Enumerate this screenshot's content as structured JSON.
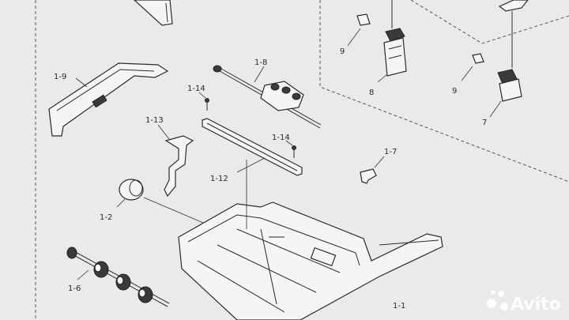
{
  "labels": {
    "l_1_1": "1-1",
    "l_1_2": "1-2",
    "l_1_6": "1-6",
    "l_1_7": "1-7",
    "l_1_8": "1-8",
    "l_1_9": "1-9",
    "l_1_12": "1-12",
    "l_1_13": "1-13",
    "l_1_14a": "1-14",
    "l_1_14b": "1-14",
    "l_7": "7",
    "l_8": "8",
    "l_9a": "9",
    "l_9b": "9"
  },
  "watermark": {
    "text": "Avito",
    "icon": "avito-logo-icon"
  }
}
